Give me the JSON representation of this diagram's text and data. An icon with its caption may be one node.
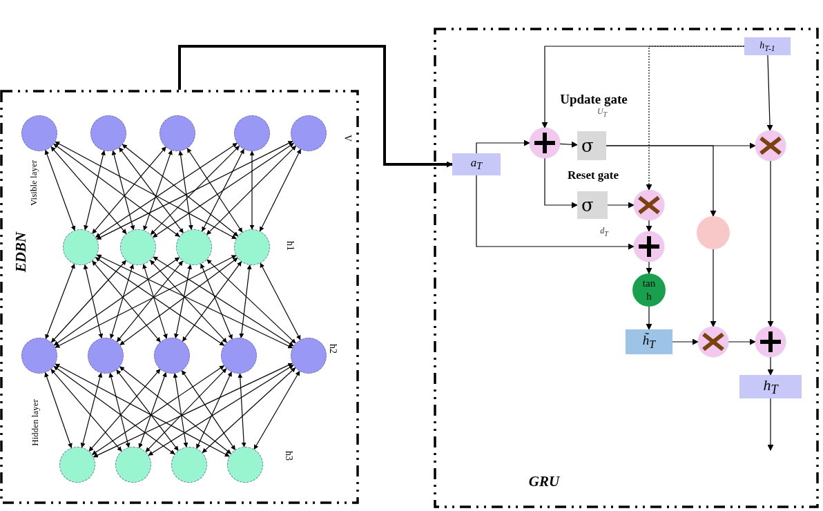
{
  "diagram": {
    "nodes": [
      {
        "text": [
          "EDBN"
        ]
      },
      {
        "text": [],
        "shape": "circle",
        "in": 0
      },
      {
        "text": [],
        "shape": "circle",
        "in": 0
      },
      {
        "text": [],
        "shape": "circle",
        "in": 0
      },
      {
        "text": [],
        "shape": "circle",
        "in": 0
      },
      {
        "text": [],
        "shape": "circle",
        "in": 0
      },
      {
        "text": [],
        "shape": "circle",
        "in": 0
      },
      {
        "text": [],
        "shape": "circle",
        "in": 0
      },
      {
        "text": [],
        "shape": "circle",
        "in": 0
      },
      {
        "text": [],
        "shape": "circle",
        "in": 0
      },
      {
        "text": [],
        "shape": "circle",
        "in": 0
      },
      {
        "text": [],
        "shape": "circle",
        "in": 0
      },
      {
        "text": [],
        "shape": "circle",
        "in": 0
      },
      {
        "text": [],
        "shape": "circle",
        "in": 0
      },
      {
        "text": [],
        "shape": "circle",
        "in": 0
      },
      {
        "text": [],
        "shape": "circle",
        "in": 0
      },
      {
        "text": [],
        "shape": "circle",
        "in": 0
      },
      {
        "text": [],
        "shape": "circle",
        "in": 0
      },
      {
        "text": [],
        "shape": "circle",
        "in": 0
      },
      {
        "text": [
          "GRU"
        ]
      },
      {
        "text": [
          "h$_{T-1}$"
        ],
        "in": 19
      },
      {
        "text": [
          "a$_{T}$"
        ],
        "in": 19
      },
      {
        "text": [],
        "shape": "circle",
        "in": 19
      },
      {
        "text": [
          "σ"
        ],
        "in": 19
      },
      {
        "text": [],
        "shape": "circle",
        "in": 19
      },
      {
        "text": [
          "σ"
        ],
        "in": 19
      },
      {
        "text": [],
        "shape": "circle",
        "in": 19
      },
      {
        "text": [],
        "shape": "circle",
        "in": 19
      },
      {
        "text": [],
        "shape": "circle",
        "in": 19
      },
      {
        "text": [
          "tan h"
        ],
        "in": 19
      },
      {
        "text": [
          "h̃$_{T}$"
        ],
        "in": 19
      },
      {
        "text": [],
        "shape": "circle",
        "in": 19
      },
      {
        "text": [],
        "shape": "circle",
        "in": 19
      },
      {
        "text": [
          "h$_{T}$"
        ],
        "in": 19
      }
    ],
    "edges": [
      {
        "from": 1,
        "to": 6,
        "arrow": "both"
      },
      {
        "from": 1,
        "to": 7,
        "arrow": "both"
      },
      {
        "from": 1,
        "to": 8,
        "arrow": "both"
      },
      {
        "from": 1,
        "to": 9,
        "arrow": "both"
      },
      {
        "from": 2,
        "to": 6,
        "arrow": "both"
      },
      {
        "from": 2,
        "to": 7,
        "arrow": "both"
      },
      {
        "from": 2,
        "to": 8,
        "arrow": "both"
      },
      {
        "from": 2,
        "to": 9,
        "arrow": "both"
      },
      {
        "from": 3,
        "to": 6,
        "arrow": "both"
      },
      {
        "from": 3,
        "to": 7,
        "arrow": "both"
      },
      {
        "from": 3,
        "to": 8,
        "arrow": "both"
      },
      {
        "from": 3,
        "to": 9,
        "arrow": "both"
      },
      {
        "from": 4,
        "to": 6,
        "arrow": "both"
      },
      {
        "from": 4,
        "to": 7,
        "arrow": "both"
      },
      {
        "from": 4,
        "to": 8,
        "arrow": "both"
      },
      {
        "from": 4,
        "to": 9,
        "arrow": "both"
      },
      {
        "from": 5,
        "to": 6,
        "arrow": "both"
      },
      {
        "from": 5,
        "to": 7,
        "arrow": "both"
      },
      {
        "from": 5,
        "to": 8,
        "arrow": "both"
      },
      {
        "from": 5,
        "to": 9,
        "arrow": "both"
      },
      {
        "from": 6,
        "to": 10,
        "arrow": "both"
      },
      {
        "from": 6,
        "to": 11,
        "arrow": "both"
      },
      {
        "from": 6,
        "to": 12,
        "arrow": "both"
      },
      {
        "from": 6,
        "to": 13,
        "arrow": "both"
      },
      {
        "from": 6,
        "to": 14,
        "arrow": "both"
      },
      {
        "from": 7,
        "to": 10,
        "arrow": "both"
      },
      {
        "from": 7,
        "to": 11,
        "arrow": "both"
      },
      {
        "from": 7,
        "to": 12,
        "arrow": "both"
      },
      {
        "from": 7,
        "to": 13,
        "arrow": "both"
      },
      {
        "from": 7,
        "to": 14,
        "arrow": "both"
      },
      {
        "from": 8,
        "to": 10,
        "arrow": "both"
      },
      {
        "from": 8,
        "to": 11,
        "arrow": "both"
      },
      {
        "from": 8,
        "to": 12,
        "arrow": "both"
      },
      {
        "from": 8,
        "to": 13,
        "arrow": "both"
      },
      {
        "from": 8,
        "to": 14,
        "arrow": "both"
      },
      {
        "from": 9,
        "to": 10,
        "arrow": "both"
      },
      {
        "from": 9,
        "to": 11,
        "arrow": "both"
      },
      {
        "from": 9,
        "to": 12,
        "arrow": "both"
      },
      {
        "from": 9,
        "to": 13,
        "arrow": "both"
      },
      {
        "from": 9,
        "to": 14,
        "arrow": "both"
      },
      {
        "from": 10,
        "to": 15,
        "arrow": "both"
      },
      {
        "from": 10,
        "to": 16,
        "arrow": "both"
      },
      {
        "from": 10,
        "to": 17,
        "arrow": "both"
      },
      {
        "from": 10,
        "to": 18,
        "arrow": "both"
      },
      {
        "from": 11,
        "to": 15,
        "arrow": "both"
      },
      {
        "from": 11,
        "to": 16,
        "arrow": "both"
      },
      {
        "from": 11,
        "to": 17,
        "arrow": "both"
      },
      {
        "from": 11,
        "to": 18,
        "arrow": "both"
      },
      {
        "from": 12,
        "to": 15,
        "arrow": "both"
      },
      {
        "from": 12,
        "to": 16,
        "arrow": "both"
      },
      {
        "from": 12,
        "to": 17,
        "arrow": "both"
      },
      {
        "from": 12,
        "to": 18,
        "arrow": "both"
      },
      {
        "from": 13,
        "to": 15,
        "arrow": "both"
      },
      {
        "from": 13,
        "to": 16,
        "arrow": "both"
      },
      {
        "from": 13,
        "to": 17,
        "arrow": "both"
      },
      {
        "from": 13,
        "to": 18,
        "arrow": "both"
      },
      {
        "from": 14,
        "to": 15,
        "arrow": "both"
      },
      {
        "from": 14,
        "to": 16,
        "arrow": "both"
      },
      {
        "from": 14,
        "to": 17,
        "arrow": "both"
      },
      {
        "from": 14,
        "to": 18,
        "arrow": "both"
      },
      {
        "from": 0,
        "to": 21,
        "arrow": "to",
        "style": "thick"
      },
      {
        "from": 20,
        "to": 22,
        "arrow": "to"
      },
      {
        "from": 20,
        "to": 26,
        "arrow": "to",
        "style": "dashed"
      },
      {
        "from": 20,
        "to": 24,
        "arrow": "to"
      },
      {
        "from": 21,
        "to": 22,
        "arrow": "to"
      },
      {
        "from": 21,
        "to": 27,
        "arrow": "to"
      },
      {
        "from": 22,
        "to": 23,
        "arrow": "to"
      },
      {
        "from": 22,
        "to": 25,
        "arrow": "to"
      },
      {
        "from": 23,
        "to": 24,
        "arrow": "to"
      },
      {
        "from": 23,
        "to": 28,
        "arrow": "to"
      },
      {
        "from": 25,
        "to": 26,
        "arrow": "to"
      },
      {
        "from": 26,
        "to": 27,
        "arrow": "to"
      },
      {
        "from": 27,
        "to": 29,
        "arrow": "to"
      },
      {
        "from": 29,
        "to": 30,
        "arrow": "to"
      },
      {
        "from": 28,
        "to": 31,
        "arrow": "to"
      },
      {
        "from": 30,
        "to": 31,
        "arrow": "to"
      },
      {
        "from": 24,
        "to": 32,
        "arrow": "to"
      },
      {
        "from": 31,
        "to": 32,
        "arrow": "to"
      },
      {
        "from": 32,
        "to": 33,
        "arrow": "to"
      },
      {
        "from": 33,
        "to": null,
        "arrow": "to"
      }
    ],
    "labels": [
      "Visible layer",
      "V",
      "h1",
      "h2",
      "Hidden layer",
      "h3",
      "Update gate",
      "U$_{T}$",
      "Reset gate",
      "d$_{T}$"
    ]
  }
}
